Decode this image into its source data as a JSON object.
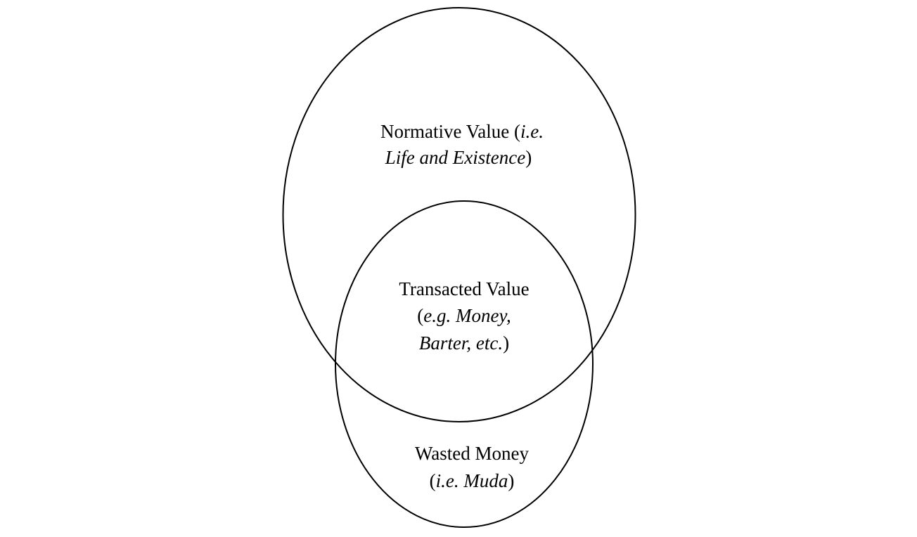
{
  "diagram": {
    "type": "venn",
    "stroke_color": "#000000",
    "outer_set": {
      "label_line1_a": "Normative Value (",
      "label_line1_b": "i.e.",
      "label_line2_a": "Life and Existence",
      "label_line2_b": ")"
    },
    "intersection": {
      "label_line1": "Transacted Value",
      "label_line2_a": "(",
      "label_line2_b": "e.g. Money,",
      "label_line3_a": "Barter, etc.",
      "label_line3_b": ")"
    },
    "inner_only": {
      "label_line1": "Wasted Money",
      "label_line2_a": "(",
      "label_line2_b": "i.e. Muda",
      "label_line2_c": ")"
    }
  }
}
